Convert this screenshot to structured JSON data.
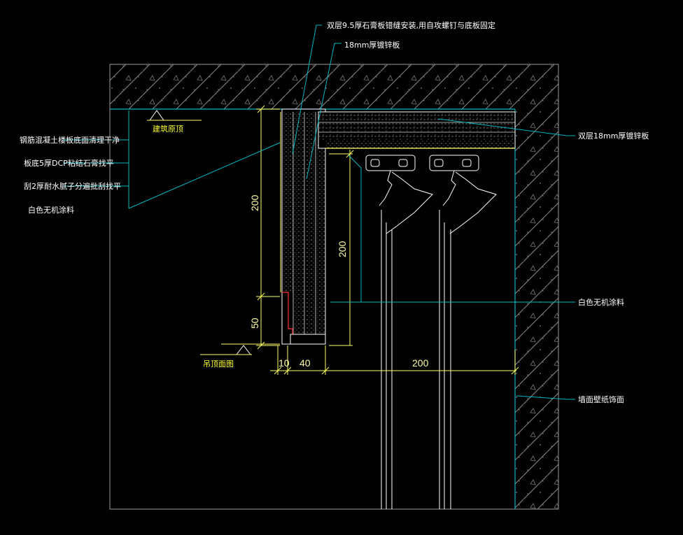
{
  "colors": {
    "background": "#000000",
    "frame": "#9a9a9a",
    "leader": "#00b7c2",
    "dimension": "#ffff66",
    "annotation_text": "#ffffff",
    "elevation_text": "#ffff33",
    "board_edge": "#ffffff",
    "hatch": "#8c8c8c",
    "accent_red": "#ff3030"
  },
  "labels": {
    "top_note_1": "双层9.5厚石膏板错缝安装,用自攻螺钉与底板固定",
    "top_note_2": "18mm厚镀锌板",
    "right_note_1": "双层18mm厚镀锌板",
    "right_note_2": "白色无机涂料",
    "right_note_3": "墙面壁纸饰面",
    "left_note_1": "钢筋混凝土楼板底面清理干净",
    "left_note_2": "板底5厚DCP粘结石膏找平",
    "left_note_3": "刮2厚耐水腻子分遍批刮找平",
    "left_note_4": "白色无机涂料",
    "elev_structure": "建筑原顶",
    "elev_ceiling": "吊顶面图"
  },
  "dimensions": {
    "dim_200_left": "200",
    "dim_50": "50",
    "dim_200_inner": "200",
    "dim_10": "10",
    "dim_40": "40",
    "dim_200_bottom": "200"
  }
}
